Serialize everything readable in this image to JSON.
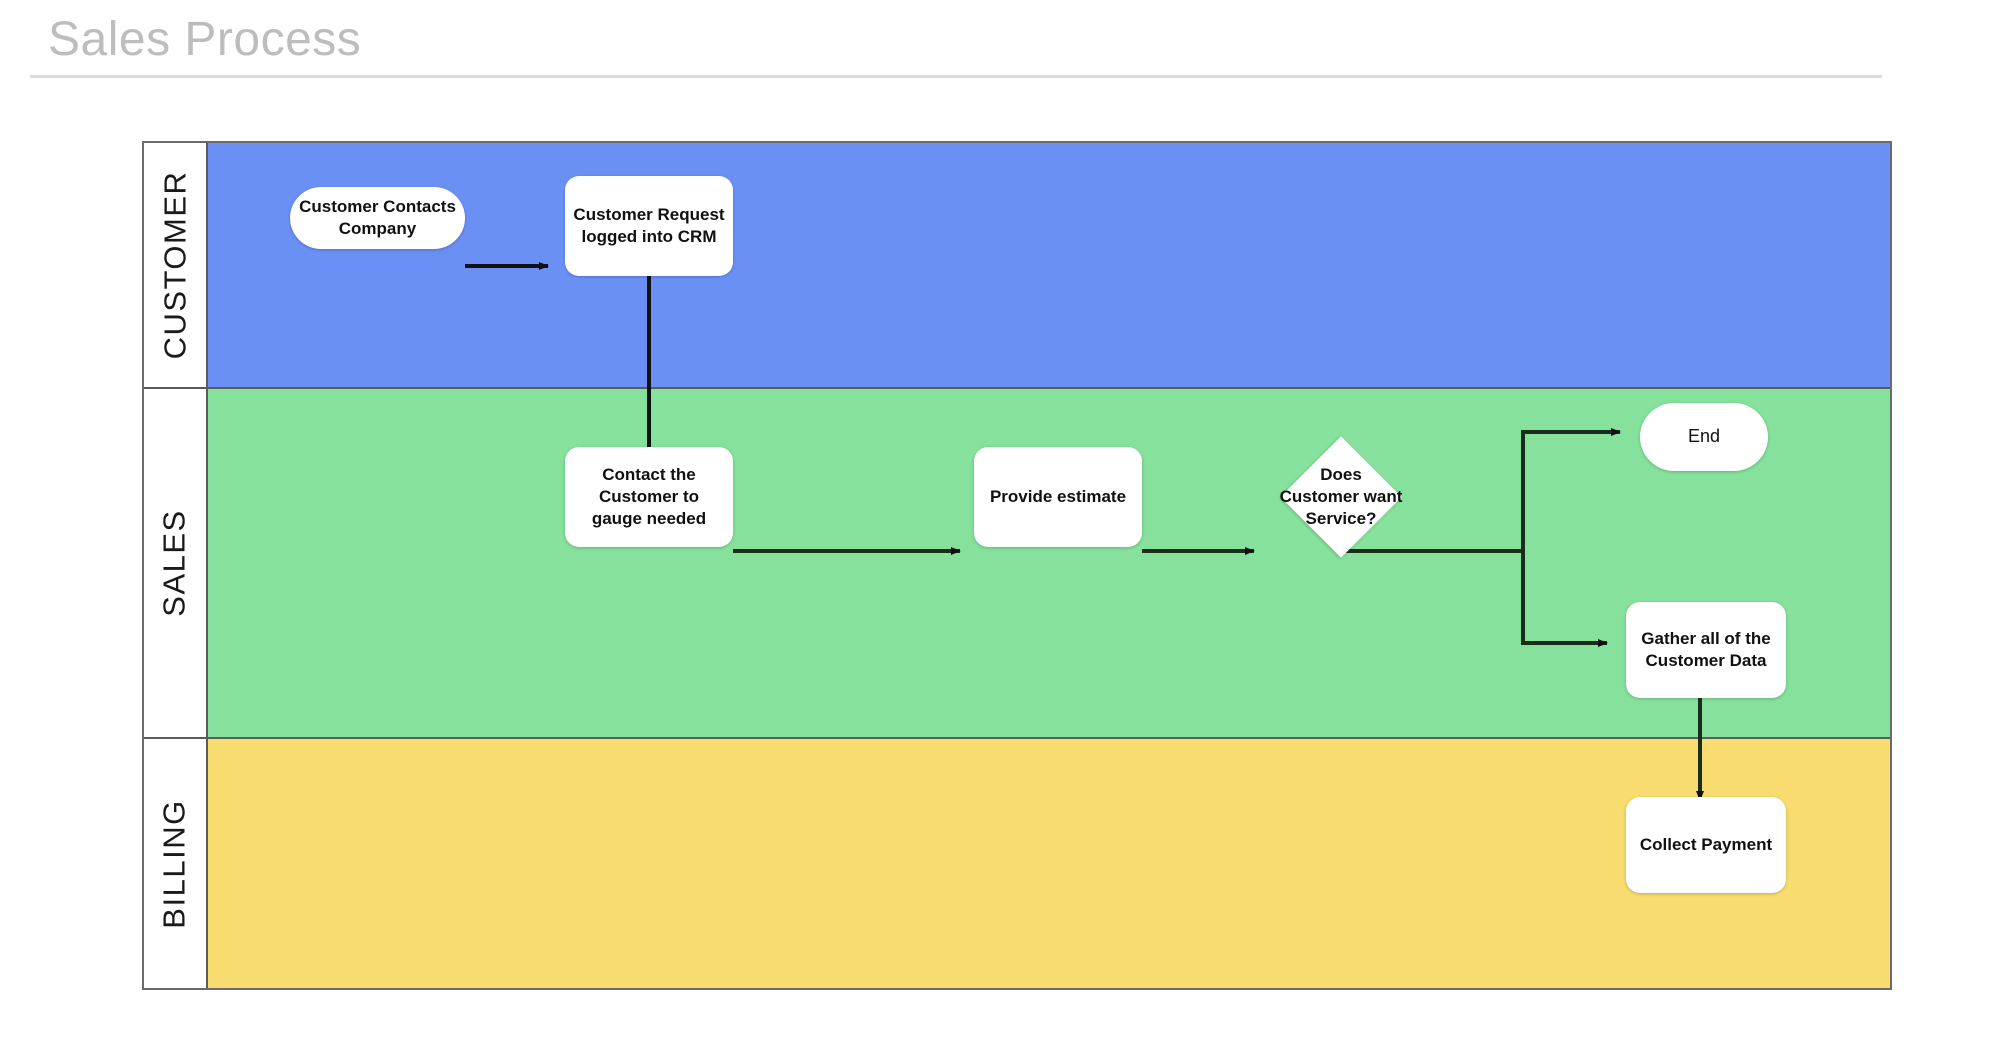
{
  "header": {
    "title": "Sales Process"
  },
  "diagram": {
    "type": "swimlane-flowchart",
    "lanes": [
      {
        "label": "CUSTOMER",
        "color": "#6b90f5"
      },
      {
        "label": "SALES",
        "color": "#86e19c"
      },
      {
        "label": "BILLING",
        "color": "#f8dc70"
      }
    ],
    "nodes": [
      {
        "id": "start",
        "label": "Customer Contacts Company",
        "shape": "pill",
        "lane": "CUSTOMER"
      },
      {
        "id": "crm",
        "label": "Customer Request logged into CRM",
        "shape": "rect",
        "lane": "CUSTOMER"
      },
      {
        "id": "contact",
        "label": "Contact the Customer to gauge needed",
        "shape": "rect",
        "lane": "SALES"
      },
      {
        "id": "estimate",
        "label": "Provide estimate",
        "shape": "rect",
        "lane": "SALES"
      },
      {
        "id": "decision",
        "label": "Does Customer want Service?",
        "shape": "diamond",
        "lane": "SALES"
      },
      {
        "id": "end",
        "label": "End",
        "shape": "pill",
        "lane": "SALES"
      },
      {
        "id": "gather",
        "label": "Gather all of the Customer Data",
        "shape": "rect",
        "lane": "SALES"
      },
      {
        "id": "collect",
        "label": "Collect Payment",
        "shape": "rect",
        "lane": "BILLING"
      }
    ],
    "edges": [
      {
        "from": "start",
        "to": "crm"
      },
      {
        "from": "crm",
        "to": "contact"
      },
      {
        "from": "contact",
        "to": "estimate"
      },
      {
        "from": "estimate",
        "to": "decision"
      },
      {
        "from": "decision",
        "to": "end"
      },
      {
        "from": "decision",
        "to": "gather"
      },
      {
        "from": "gather",
        "to": "collect"
      }
    ],
    "node_labels": {
      "start_line1": "Customer Contacts",
      "start_line2": "Company",
      "crm_line1": "Customer Request",
      "crm_line2": "logged into CRM",
      "contact_line1": "Contact the",
      "contact_line2": "Customer to",
      "contact_line3": "gauge needed",
      "estimate_line1": "Provide estimate",
      "decision_line1": "Does",
      "decision_line2": "Customer want",
      "decision_line3": "Service?",
      "end_line1": "End",
      "gather_line1": "Gather all of the",
      "gather_line2": "Customer Data",
      "collect_line1": "Collect Payment"
    }
  }
}
